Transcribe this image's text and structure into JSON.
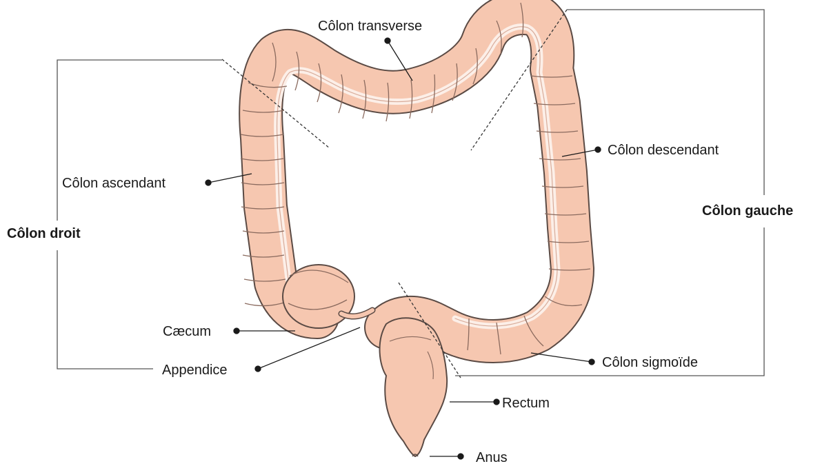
{
  "labels": {
    "colon_transverse": "Côlon transverse",
    "colon_ascendant": "Côlon ascendant",
    "colon_descendant": "Côlon descendant",
    "colon_droit": "Côlon droit",
    "colon_gauche": "Côlon gauche",
    "caecum": "Cæcum",
    "appendice": "Appendice",
    "colon_sigmoide": "Côlon sigmoïde",
    "rectum": "Rectum",
    "anus": "Anus"
  },
  "colors": {
    "colon_fill": "#f6c7b0",
    "colon_outline": "#5a4a44",
    "haustra_highlight": "#fbe2d6",
    "inner_band": "#fcefe8",
    "label_text": "#1a1a1a",
    "leader_line": "#1a1a1a",
    "bracket_line": "#555555",
    "divider_dash": "#333333"
  }
}
